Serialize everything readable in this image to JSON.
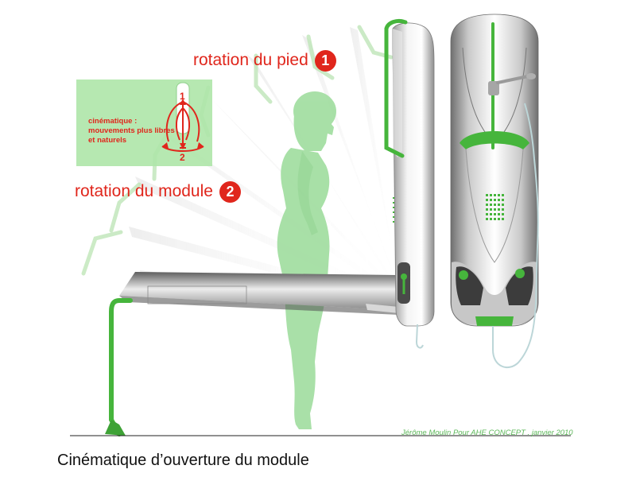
{
  "colors": {
    "accent_red": "#e0261c",
    "accent_green": "#46b53c",
    "silhouette_green": "#9ddc9c",
    "inset_green": "#aee5a9"
  },
  "labels": {
    "foot_rotation": "rotation du pied",
    "foot_rotation_number": "1",
    "module_rotation": "rotation du module",
    "module_rotation_number": "2"
  },
  "inset": {
    "caption": "cinématique : mouvements plus libres et naturels",
    "number_1": "1",
    "number_2": "2"
  },
  "credit": "Jérôme Moulin Pour AHE CONCEPT . janvier 2010",
  "title": "Cinématique d’ouverture du module"
}
